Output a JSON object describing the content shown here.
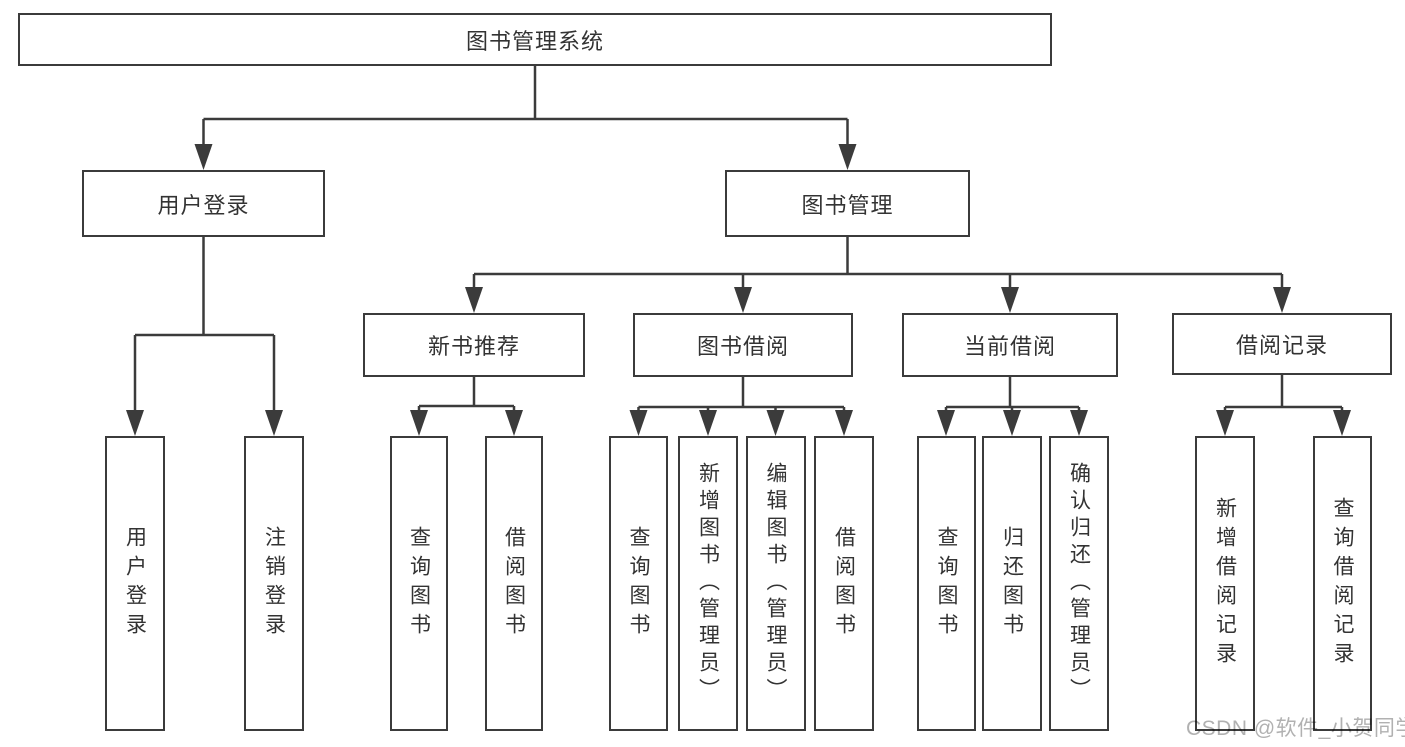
{
  "diagram": {
    "root_label": "图书管理系统",
    "level1": {
      "user_login": "用户登录",
      "book_management": "图书管理"
    },
    "level2": {
      "new_book_recommend": "新书推荐",
      "book_borrow": "图书借阅",
      "current_borrow": "当前借阅",
      "borrow_records": "借阅记录"
    },
    "leaves": {
      "user_login": "用户登录",
      "logout": "注销登录",
      "recommend_query_books": "查询图书",
      "recommend_borrow_books": "借阅图书",
      "borrow_query_books": "查询图书",
      "borrow_add_books": "新增图书（管理员）",
      "borrow_edit_books": "编辑图书（管理员）",
      "borrow_borrow_books": "借阅图书",
      "current_query_books": "查询图书",
      "current_return_books": "归还图书",
      "current_confirm_return": "确认归还（管理员）",
      "records_add_record": "新增借阅记录",
      "records_query_record": "查询借阅记录"
    },
    "colors": {
      "line": "#3b3b3b",
      "text": "#333333",
      "box_background": "#ffffff",
      "watermark_text": "#b1b1b1"
    }
  },
  "watermark": {
    "text": "CSDN @软件_小贺同学"
  }
}
